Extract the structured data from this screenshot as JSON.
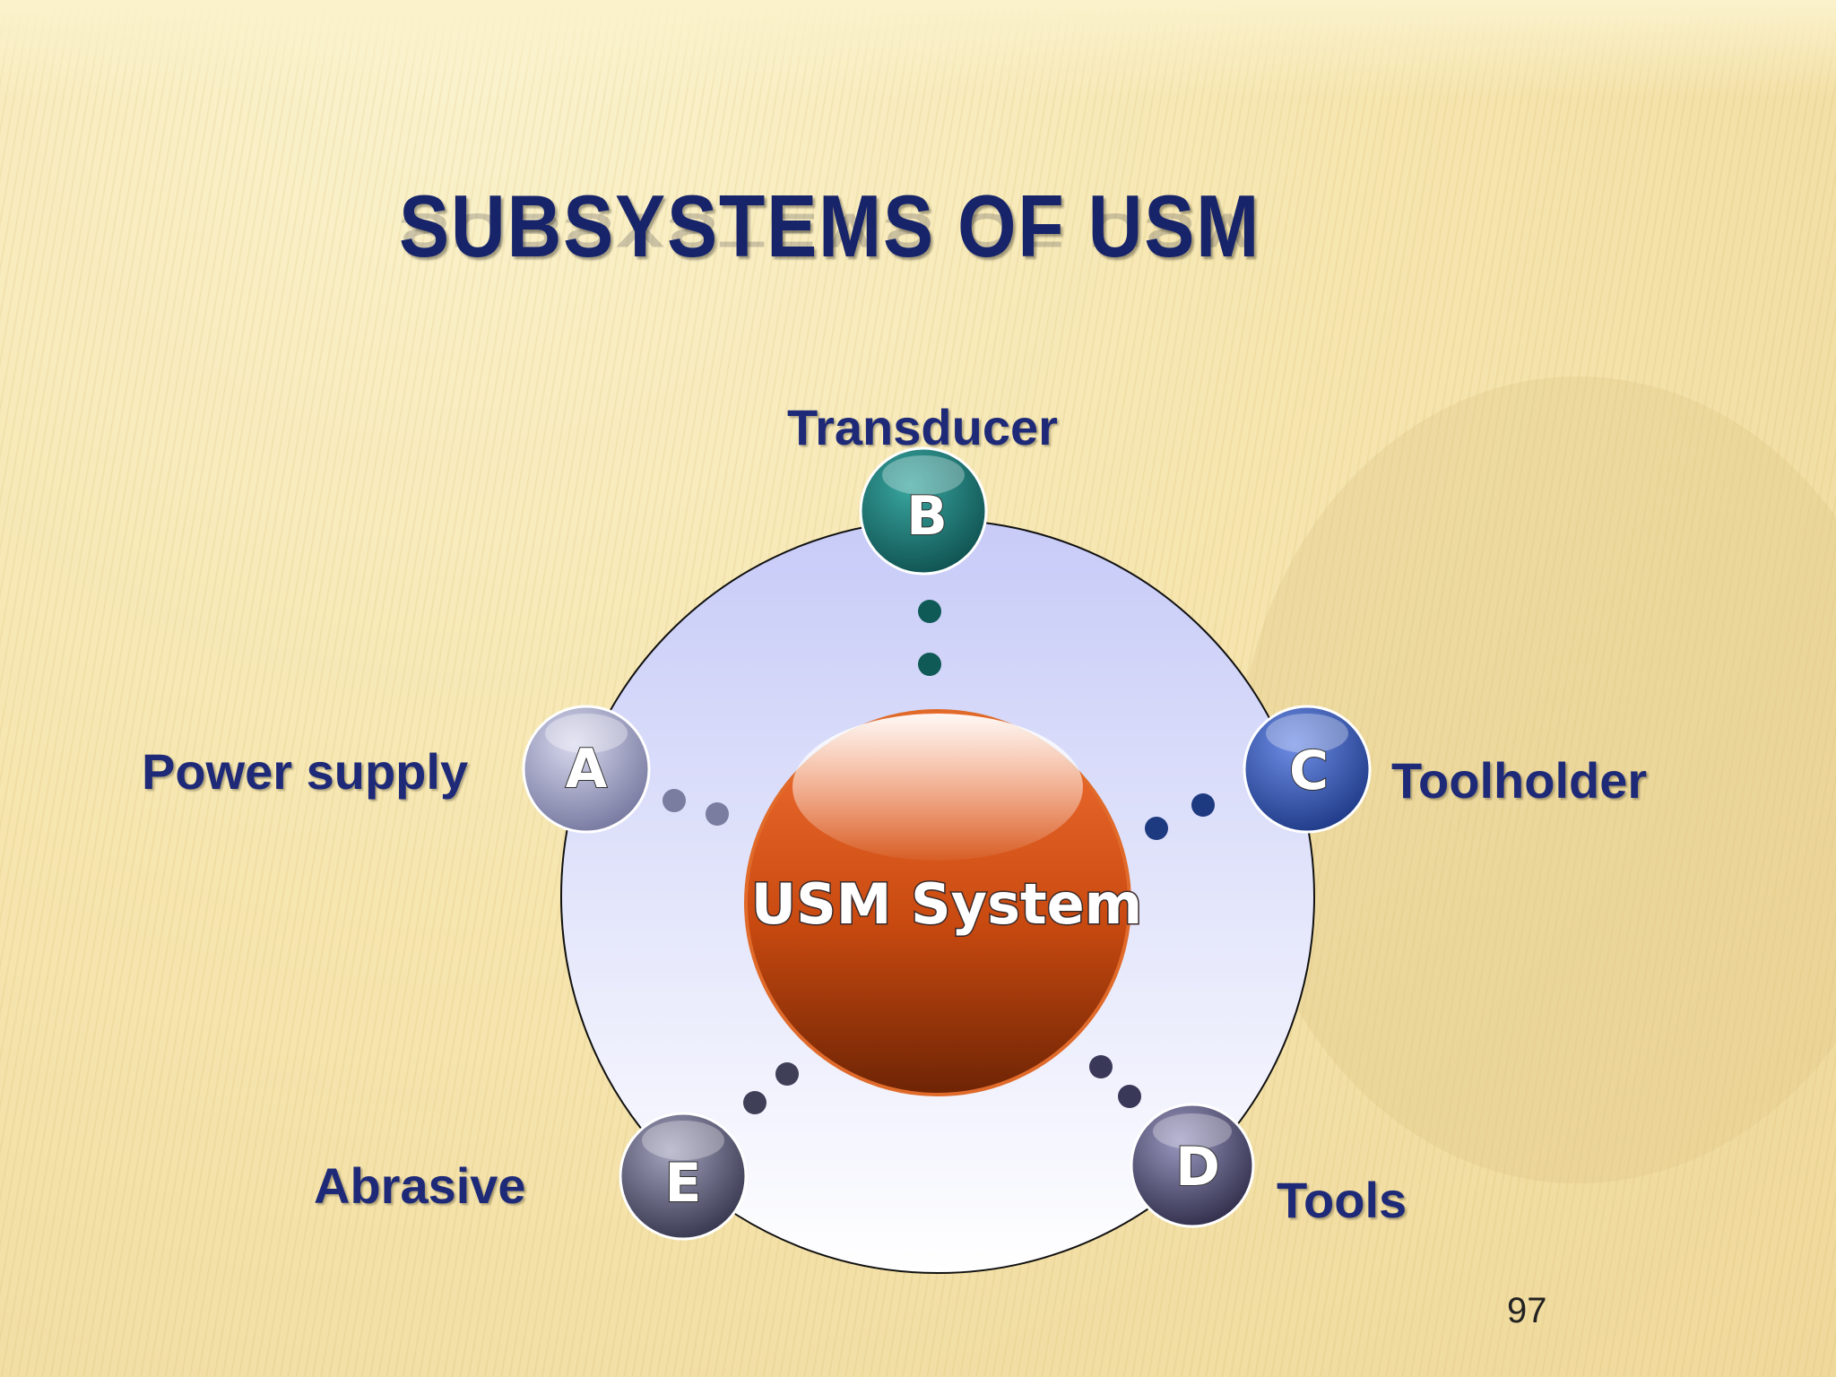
{
  "slide": {
    "title": "SUBSYSTEMS OF USM",
    "page_number": "97"
  },
  "diagram": {
    "center_label": "USM System",
    "nodes": [
      {
        "letter": "A",
        "label": "Power supply",
        "color": "#9a9cc0"
      },
      {
        "letter": "B",
        "label": "Transducer",
        "color": "#157070"
      },
      {
        "letter": "C",
        "label": "Toolholder",
        "color": "#2a4fb0"
      },
      {
        "letter": "D",
        "label": "Tools",
        "color": "#4a4870"
      },
      {
        "letter": "E",
        "label": "Abrasive",
        "color": "#585872"
      }
    ],
    "colors": {
      "ring_top": "#c7cbf7",
      "ring_bottom": "#ffffff",
      "center_top": "#f37034",
      "center_bottom": "#7a2a05",
      "title": "#17246a",
      "label": "#1e2a78"
    }
  }
}
